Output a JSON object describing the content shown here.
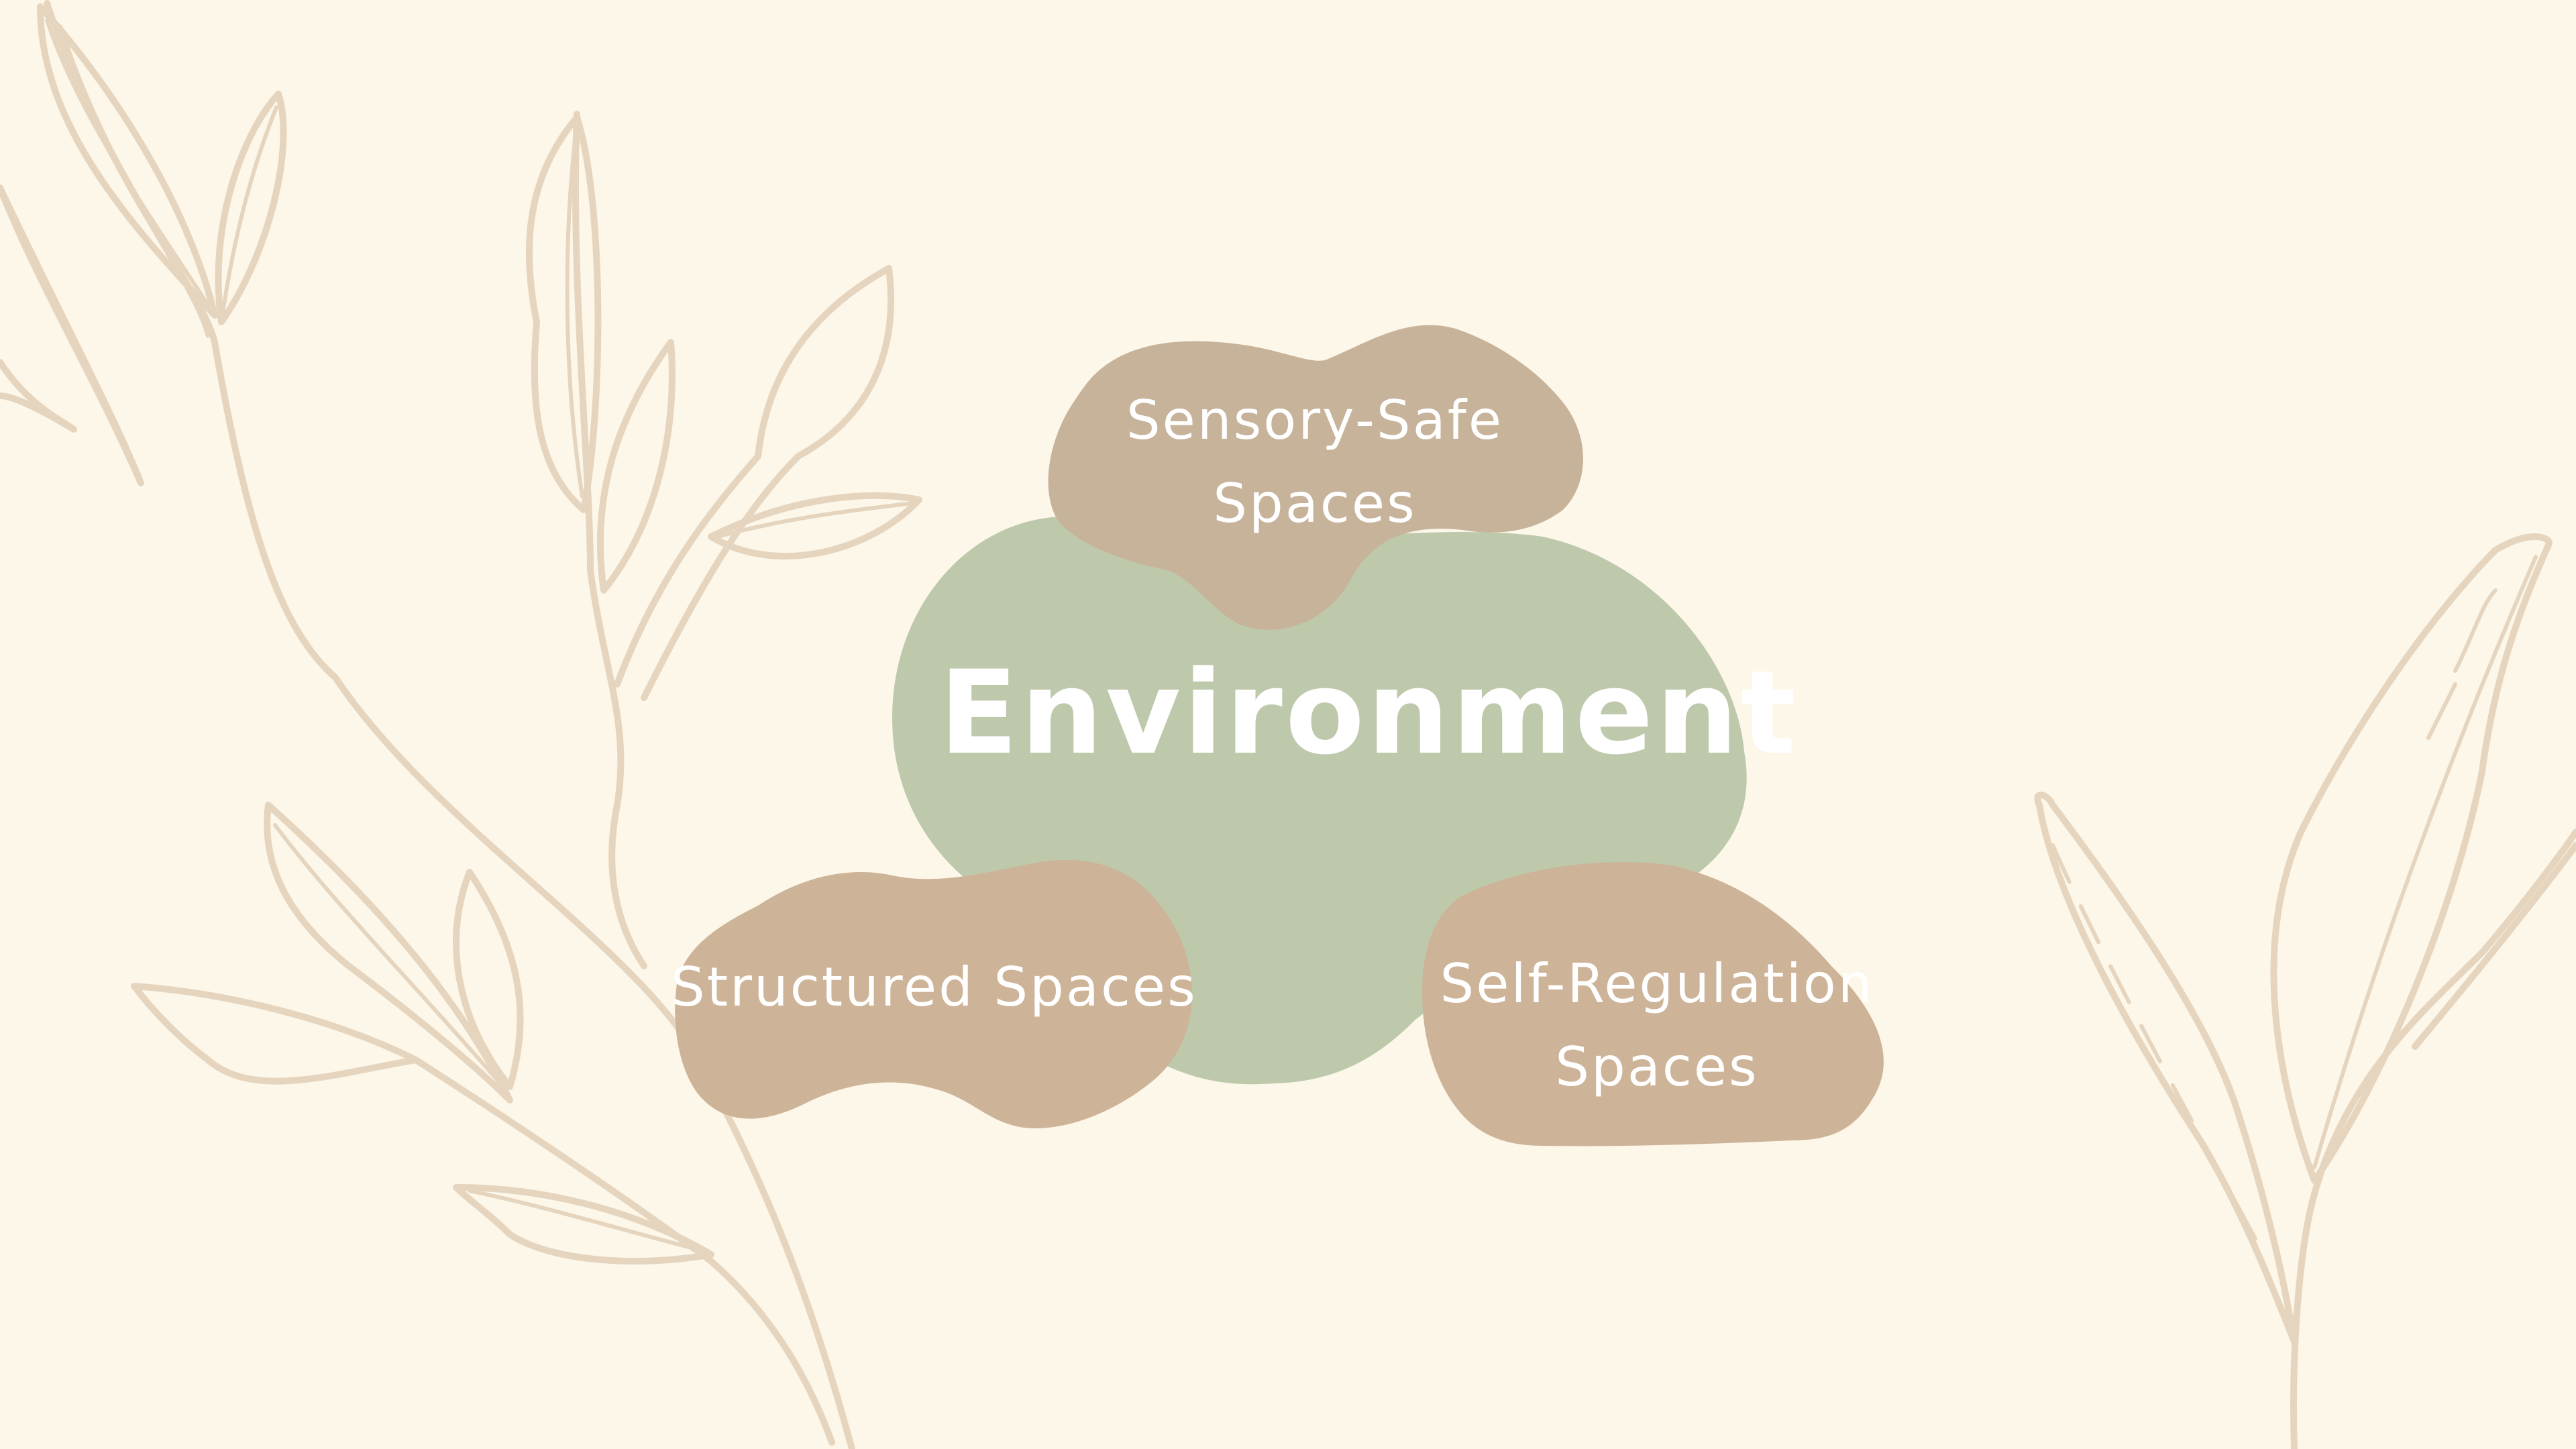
{
  "diagram": {
    "center": {
      "label": "Environment"
    },
    "nodes": [
      {
        "id": "sensory",
        "label_line1": "Sensory-Safe",
        "label_line2": "Spaces"
      },
      {
        "id": "structured",
        "label_line1": "Structured Spaces"
      },
      {
        "id": "self-regulation",
        "label_line1": "Self-Regulation",
        "label_line2": "Spaces"
      }
    ]
  },
  "colors": {
    "background": "#FDF7E9",
    "center_blob": "#BEC9AC",
    "top_blob": "#C7B29A",
    "side_blobs": "#CDB397",
    "botanical_lines": "#E6D5BE",
    "text": "#FFFFFF"
  }
}
